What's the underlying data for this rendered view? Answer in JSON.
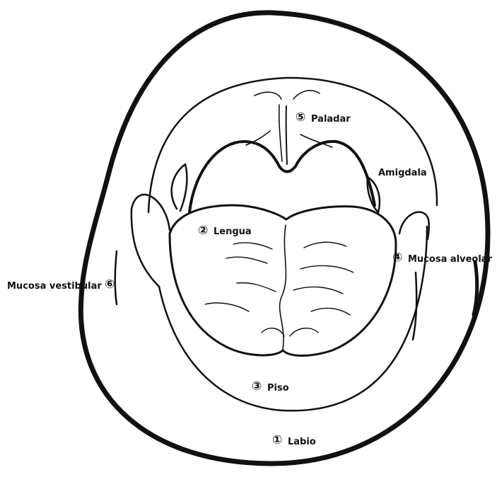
{
  "labels": {
    "palate": {
      "number": "⑤",
      "text": "Paladar"
    },
    "tonsil": {
      "text": "Amigdala"
    },
    "tongue": {
      "number": "②",
      "text": "Lengua"
    },
    "alveolar_mucosa": {
      "number": "④",
      "text": "Mucosa alveolar"
    },
    "vestibular_mucosa": {
      "number": "⑥",
      "text": "Mucosa vestibular"
    },
    "floor": {
      "number": "③",
      "text": "Piso"
    },
    "lip": {
      "number": "①",
      "text": "Labio"
    }
  }
}
